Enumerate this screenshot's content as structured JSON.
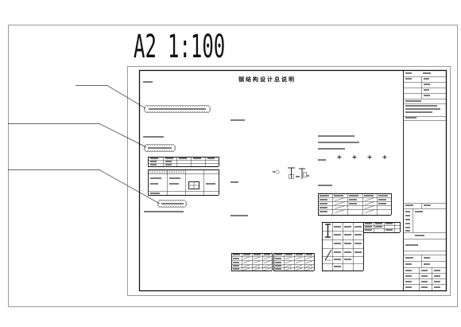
{
  "sheet": {
    "paper_size": "A2",
    "scale": "1:100"
  },
  "drawing": {
    "title": "钢结构设计总说明"
  },
  "colors": {
    "background": "#ffffff",
    "line": "#222222"
  }
}
